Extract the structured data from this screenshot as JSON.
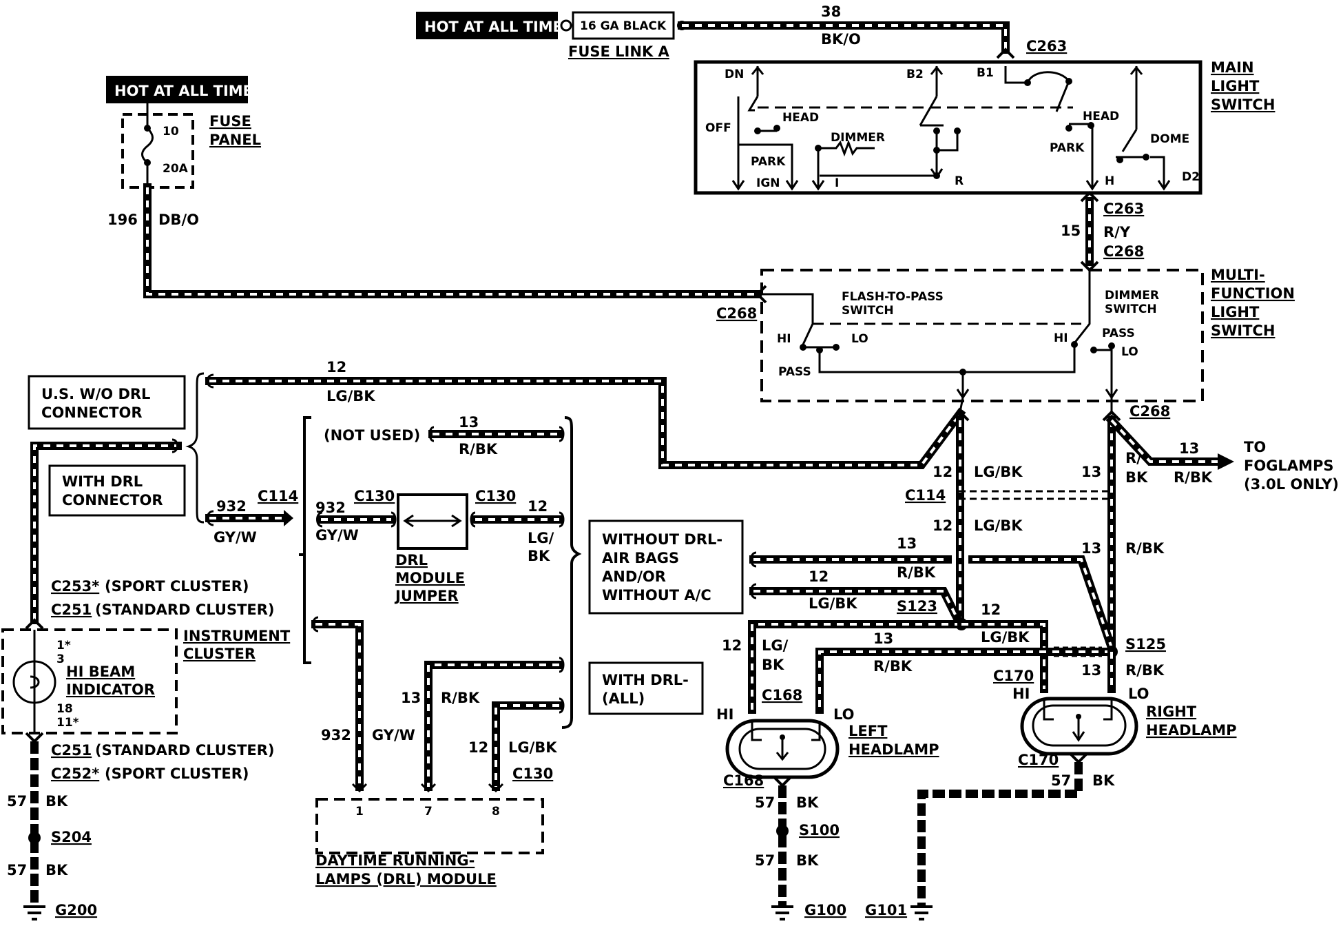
{
  "diagram": {
    "hot": {
      "top": "HOT AT ALL TIMES",
      "left": "HOT AT ALL TIMES"
    },
    "fuse_link": {
      "box_text": "16 GA BLACK",
      "label": "FUSE LINK A"
    },
    "wire38": {
      "num": "38",
      "color": "BK/O"
    },
    "c263_top": "C263",
    "main_switch": {
      "title_1": "MAIN",
      "title_2": "LIGHT",
      "title_3": "SWITCH",
      "dn": "DN",
      "b2": "B2",
      "b1": "B1",
      "off": "OFF",
      "head_1": "HEAD",
      "dimmer": "DIMMER",
      "park_1": "PARK",
      "ign": "IGN",
      "i": "I",
      "r": "R",
      "head_2": "HEAD",
      "park_2": "PARK",
      "h": "H",
      "dome": "DOME",
      "d2": "D2"
    },
    "fuse_panel": {
      "label_1": "FUSE",
      "label_2": "PANEL",
      "num": "10",
      "amp": "20A"
    },
    "wire196": {
      "num": "196",
      "color": "DB/O"
    },
    "c263_mid": "C263",
    "wire15": {
      "num": "15",
      "color": "R/Y"
    },
    "c268_mid": "C268",
    "c268_left": "C268",
    "multifunction": {
      "title_1": "MULTI-",
      "title_2": "FUNCTION",
      "title_3": "LIGHT",
      "title_4": "SWITCH",
      "ftp_1": "FLASH-TO-PASS",
      "ftp_2": "SWITCH",
      "hi_l": "HI",
      "lo_l": "LO",
      "pass_l": "PASS",
      "dim_1": "DIMMER",
      "dim_2": "SWITCH",
      "hi_r": "HI",
      "pass_r": "PASS",
      "lo_r": "LO"
    },
    "us_connector_1": "U.S. W/O DRL",
    "us_connector_2": "CONNECTOR",
    "with_drl_1": "WITH DRL",
    "with_drl_2": "CONNECTOR",
    "wire12_top": {
      "num": "12",
      "color": "LG/BK"
    },
    "not_used": "(NOT USED)",
    "wire13_nu": {
      "num": "13",
      "color": "R/BK"
    },
    "wire12_mid": {
      "num": "12",
      "color": "LG/BK"
    },
    "wire932_a": {
      "num": "932",
      "color": "GY/W"
    },
    "c114_left": "C114",
    "wire932_b": {
      "num": "932",
      "color": "GY/W"
    },
    "c130_a": "C130",
    "c130_b": "C130",
    "wire12_jump": {
      "num": "12",
      "color_1": "LG/",
      "color_2": "BK"
    },
    "drl_jumper_1": "DRL",
    "drl_jumper_2": "MODULE",
    "drl_jumper_3": "JUMPER",
    "c268_right": "C268",
    "wire12_c": {
      "num": "12",
      "color": "LG/BK"
    },
    "wire13_c": {
      "num": "13",
      "color_1": "R/",
      "color_2": "BK"
    },
    "wire13_fog": {
      "num": "13",
      "color": "R/BK"
    },
    "foglamps_1": "TO",
    "foglamps_2": "FOGLAMPS",
    "foglamps_3": "(3.0L ONLY)",
    "c114_right": "C114",
    "wire12_d": {
      "num": "12",
      "color": "LG/BK"
    },
    "wire13_d": {
      "num": "13",
      "color": "R/BK"
    },
    "without_drl_1": "WITHOUT DRL-",
    "without_drl_2": "AIR BAGS",
    "without_drl_3": "AND/OR",
    "without_drl_4": "WITHOUT A/C",
    "wire13_e": {
      "num": "13",
      "color": "R/BK"
    },
    "wire12_e": {
      "num": "12",
      "color": "LG/BK"
    },
    "s123": "S123",
    "wire12_f": {
      "num": "12",
      "color": "LG/BK"
    },
    "wire12_g": {
      "num": "12",
      "color_1": "LG/",
      "color_2": "BK"
    },
    "wire13_g": {
      "num": "13",
      "color": "R/BK"
    },
    "s125": "S125",
    "wire13_h": {
      "num": "13",
      "color": "R/BK"
    },
    "c170_a": "C170",
    "hi_rh": "HI",
    "lo_rh": "LO",
    "c168_a": "C168",
    "hi_lh": "HI",
    "lo_lh": "LO",
    "left_headlamp_1": "LEFT",
    "left_headlamp_2": "HEADLAMP",
    "right_headlamp_1": "RIGHT",
    "right_headlamp_2": "HEADLAMP",
    "c170_b": "C170",
    "wire57_rh": {
      "num": "57",
      "color": "BK"
    },
    "c168_b": "C168",
    "wire57_lh1": {
      "num": "57",
      "color": "BK"
    },
    "s100": "S100",
    "wire57_lh2": {
      "num": "57",
      "color": "BK"
    },
    "g100": "G100",
    "g101": "G101",
    "with_drl_all_1": "WITH DRL-",
    "with_drl_all_2": "(ALL)",
    "wire13_drl": {
      "num": "13",
      "color": "R/BK"
    },
    "wire12_drl": {
      "num": "12",
      "color": "LG/BK"
    },
    "wire932_drl": {
      "num": "932",
      "color": "GY/W"
    },
    "c130_c": "C130",
    "drl_module_1": "DAYTIME RUNNING-",
    "drl_module_2": "LAMPS (DRL) MODULE",
    "pin_1": "1",
    "pin_7": "7",
    "pin_8": "8",
    "c253": "C253*",
    "c253_desc": "(SPORT CLUSTER)",
    "c251_a": "C251",
    "c251_a_desc": "(STANDARD CLUSTER)",
    "instrument_1": "INSTRUMENT",
    "instrument_2": "CLUSTER",
    "pin_1s": "1*",
    "pin_3": "3",
    "pin_18": "18",
    "pin_11s": "11*",
    "hi_beam_1": "HI BEAM",
    "hi_beam_2": "INDICATOR",
    "c251_b": "C251",
    "c251_b_desc": "(STANDARD  CLUSTER)",
    "c252": "C252*",
    "c252_desc": "(SPORT CLUSTER)",
    "wire57_a": {
      "num": "57",
      "color": "BK"
    },
    "s204": "S204",
    "wire57_b": {
      "num": "57",
      "color": "BK"
    },
    "g200": "G200"
  }
}
